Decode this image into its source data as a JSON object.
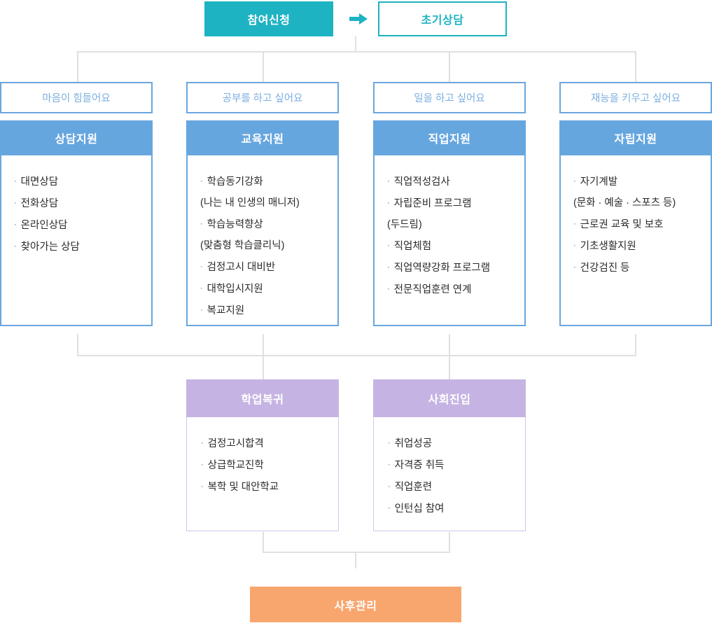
{
  "colors": {
    "teal": "#1DB3C3",
    "blue_header": "#66A6DF",
    "blue_border": "#6AA6DF",
    "question_text": "#7BAFE0",
    "purple_header": "#C5B4E3",
    "purple_border": "#D3C5EA",
    "orange": "#F8A66E",
    "connector": "#e0e0e0"
  },
  "top": {
    "entry_label": "참여신청",
    "arrow_icon": "arrow-right-icon",
    "intake_label": "초기상담"
  },
  "branches": [
    {
      "question": "마음이 힘들어요",
      "title": "상담지원",
      "items": [
        {
          "text": "대면상담",
          "bulleted": true
        },
        {
          "text": "전화상담",
          "bulleted": true
        },
        {
          "text": "온라인상담",
          "bulleted": true
        },
        {
          "text": "찾아가는 상담",
          "bulleted": true
        }
      ]
    },
    {
      "question": "공부를 하고 싶어요",
      "title": "교육지원",
      "items": [
        {
          "text": "학습동기강화",
          "bulleted": true
        },
        {
          "text": "(나는 내 인생의 매니저)",
          "bulleted": false
        },
        {
          "text": "학습능력향상",
          "bulleted": true
        },
        {
          "text": "(맞춤형 학습클리닉)",
          "bulleted": false
        },
        {
          "text": "검정고시 대비반",
          "bulleted": true
        },
        {
          "text": "대학입시지원",
          "bulleted": true
        },
        {
          "text": "복교지원",
          "bulleted": true
        }
      ]
    },
    {
      "question": "일을 하고 싶어요",
      "title": "직업지원",
      "items": [
        {
          "text": "직업적성검사",
          "bulleted": true
        },
        {
          "text": "자립준비 프로그램",
          "bulleted": true
        },
        {
          "text": "(두드림)",
          "bulleted": false
        },
        {
          "text": "직업체험",
          "bulleted": true
        },
        {
          "text": "직업역량강화 프로그램",
          "bulleted": true
        },
        {
          "text": "전문직업훈련 연계",
          "bulleted": true
        }
      ]
    },
    {
      "question": "재능을 키우고 싶어요",
      "title": "자립지원",
      "items": [
        {
          "text": "자기계발",
          "bulleted": true
        },
        {
          "text": "(문화 · 예술 · 스포츠 등)",
          "bulleted": false
        },
        {
          "text": "근로권 교육 및 보호",
          "bulleted": true
        },
        {
          "text": "기초생활지원",
          "bulleted": true
        },
        {
          "text": "건강검진 등",
          "bulleted": true
        }
      ]
    }
  ],
  "outcomes": [
    {
      "title": "학업복귀",
      "items": [
        {
          "text": "검정고시합격",
          "bulleted": true
        },
        {
          "text": "상급학교진학",
          "bulleted": true
        },
        {
          "text": "복학 및 대안학교",
          "bulleted": true
        }
      ]
    },
    {
      "title": "사회진입",
      "items": [
        {
          "text": "취업성공",
          "bulleted": true
        },
        {
          "text": "자격증 취득",
          "bulleted": true
        },
        {
          "text": "직업훈련",
          "bulleted": true
        },
        {
          "text": "인턴십 참여",
          "bulleted": true
        }
      ]
    }
  ],
  "footer": {
    "label": "사후관리"
  }
}
